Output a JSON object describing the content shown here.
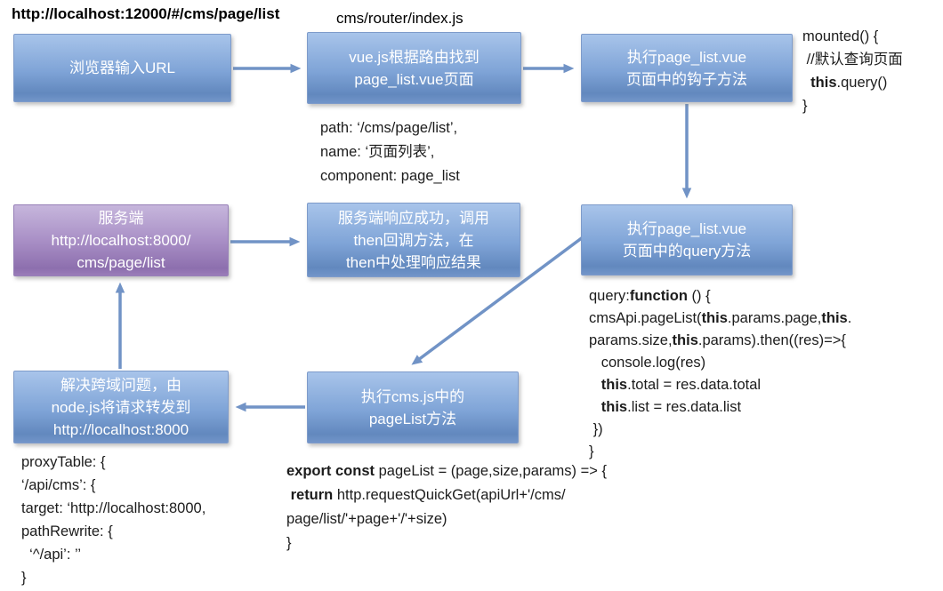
{
  "annotations": {
    "browser_url": "http://localhost:12000/#/cms/page/list",
    "router_file": "cms/router/index.js"
  },
  "boxes": {
    "browser": {
      "lines": [
        "浏览器输入URL"
      ]
    },
    "router": {
      "lines": [
        "vue.js根据路由找到",
        "page_list.vue页面"
      ]
    },
    "hook": {
      "lines": [
        "执行page_list.vue",
        "页面中的钩子方法"
      ]
    },
    "query": {
      "lines": [
        "执行page_list.vue",
        "页面中的query方法"
      ]
    },
    "server": {
      "lines": [
        "服务端",
        "http://localhost:8000/",
        "cms/page/list"
      ]
    },
    "then": {
      "lines": [
        "服务端响应成功，调用",
        "then回调方法，在",
        "then中处理响应结果"
      ]
    },
    "proxy": {
      "lines": [
        "解决跨域问题，由",
        "node.js将请求转发到",
        "http://localhost:8000"
      ]
    },
    "pagelist": {
      "lines": [
        "执行cms.js中的",
        "pageList方法"
      ]
    }
  },
  "code_blocks": {
    "mounted": {
      "lines": [
        [
          {
            "t": "mounted() {"
          }
        ],
        [
          {
            "t": " //默认查询页面"
          }
        ],
        [
          {
            "t": "  "
          },
          {
            "b": true,
            "t": "this"
          },
          {
            "t": ".query()"
          }
        ],
        [
          {
            "t": "}"
          }
        ]
      ]
    },
    "route_config": {
      "lines": [
        [
          {
            "t": "path: ‘/cms/page/list’,"
          }
        ],
        [
          {
            "t": "name: ‘页面列表’,"
          }
        ],
        [
          {
            "t": "component: page_list"
          }
        ]
      ]
    },
    "query": {
      "lines": [
        [
          {
            "t": "query:"
          },
          {
            "b": true,
            "t": "function"
          },
          {
            "t": " () {"
          }
        ],
        [
          {
            "t": "cmsApi.pageList("
          },
          {
            "b": true,
            "t": "this"
          },
          {
            "t": ".params.page,"
          },
          {
            "b": true,
            "t": "this"
          },
          {
            "t": "."
          }
        ],
        [
          {
            "t": "params.size,"
          },
          {
            "b": true,
            "t": "this"
          },
          {
            "t": ".params).then((res)=>{"
          }
        ],
        [
          {
            "t": "   console.log(res)"
          }
        ],
        [
          {
            "t": "   "
          },
          {
            "b": true,
            "t": "this"
          },
          {
            "t": ".total = res.data.total"
          }
        ],
        [
          {
            "t": "   "
          },
          {
            "b": true,
            "t": "this"
          },
          {
            "t": ".list = res.data.list"
          }
        ],
        [
          {
            "t": " })"
          }
        ],
        [
          {
            "t": "}"
          }
        ]
      ]
    },
    "proxy": {
      "lines": [
        [
          {
            "t": "proxyTable: {"
          }
        ],
        [
          {
            "t": "‘/api/cms’: {"
          }
        ],
        [
          {
            "t": "target: ‘http://localhost:8000,"
          }
        ],
        [
          {
            "t": "pathRewrite: {"
          }
        ],
        [
          {
            "t": "  ‘^/api’: ’’"
          }
        ],
        [
          {
            "t": "}"
          }
        ]
      ]
    },
    "export": {
      "lines": [
        [
          {
            "b": true,
            "t": "export const"
          },
          {
            "t": " pageList = (page,size,params) => {"
          }
        ],
        [
          {
            "t": " "
          },
          {
            "b": true,
            "t": "return"
          },
          {
            "t": " http.requestQuickGet(apiUrl+'/cms/"
          }
        ],
        [
          {
            "t": "page/list/'+page+'/'+size)"
          }
        ],
        [
          {
            "t": "}"
          }
        ]
      ]
    }
  },
  "colors": {
    "box_blue_top": "#a8c4ea",
    "box_blue_bottom": "#6288be",
    "box_blue_border": "#7e9bca",
    "box_purple_top": "#c6b6dc",
    "box_purple_bottom": "#8d6fae",
    "box_purple_border": "#9780b8",
    "arrow": "#7193c6"
  }
}
